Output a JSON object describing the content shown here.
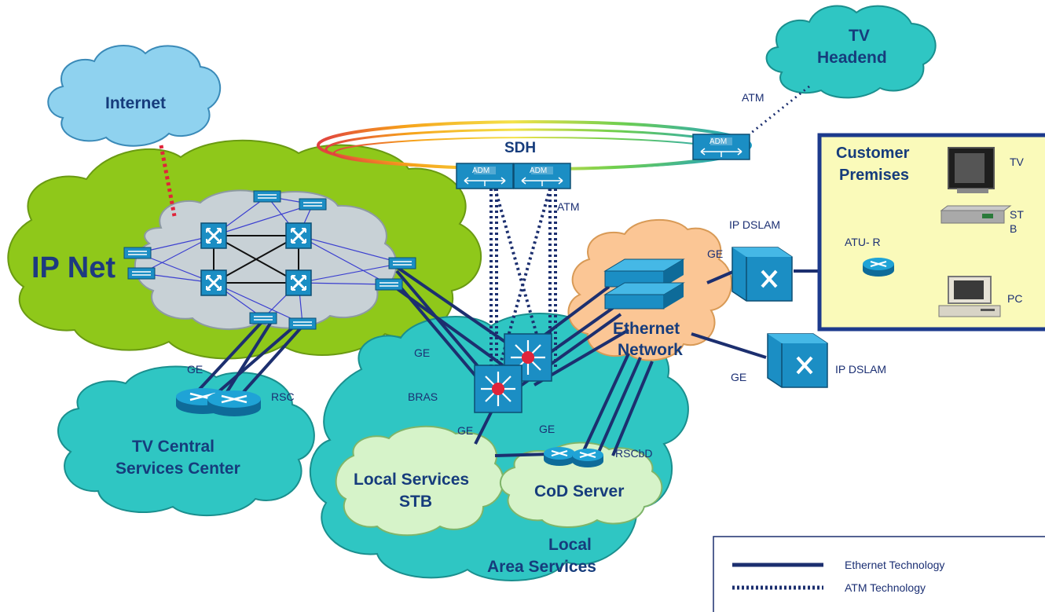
{
  "clouds": {
    "internet": "Internet",
    "tv_headend_1": "TV",
    "tv_headend_2": "Headend",
    "ip_net": "IP Net",
    "ethernet_network_1": "Ethernet",
    "ethernet_network_2": "Network",
    "tv_central_1": "TV Central",
    "tv_central_2": "Services Center",
    "local_services_1": "Local Services",
    "local_services_2": "STB",
    "cod_server": "CoD Server",
    "local_area_1": "Local",
    "local_area_2": "Area Services"
  },
  "labels": {
    "sdh": "SDH",
    "adm_1": "ADM",
    "adm_2": "ADM",
    "adm_3": "ADM",
    "atm_top": "ATM",
    "atm_sdh": "ATM",
    "ip_dslam_top": "IP DSLAM",
    "ip_dslam_bottom": "IP DSLAM",
    "ge_top": "GE",
    "ge_bottom": "GE",
    "ge_left": "GE",
    "ge_bras": "GE",
    "ge_local": "GE",
    "ge_cod": "GE",
    "bras": "BRAS",
    "rsc": "RSC",
    "rscbd": "RSCbD"
  },
  "customer_premises": {
    "title_1": "Customer",
    "title_2": "Premises",
    "atur": "ATU- R",
    "tv": "TV",
    "stb_1": "ST",
    "stb_2": "B",
    "pc": "PC"
  },
  "legend": {
    "ethernet": "Ethernet Technology",
    "atm": "ATM Technology"
  },
  "colors": {
    "cloud_teal": "#2fc6c3",
    "cloud_green": "#8fc81a",
    "cloud_gray": "#c8d1d6",
    "cloud_lightgreen": "#d6f3c9",
    "cloud_orange": "#fbc695",
    "cloud_blue": "#8fd2ef",
    "device_blue": "#1b8ec4",
    "line_navy": "#1c2f6f",
    "premises_fill": "#fafaba",
    "premises_border": "#1c3a8c"
  }
}
